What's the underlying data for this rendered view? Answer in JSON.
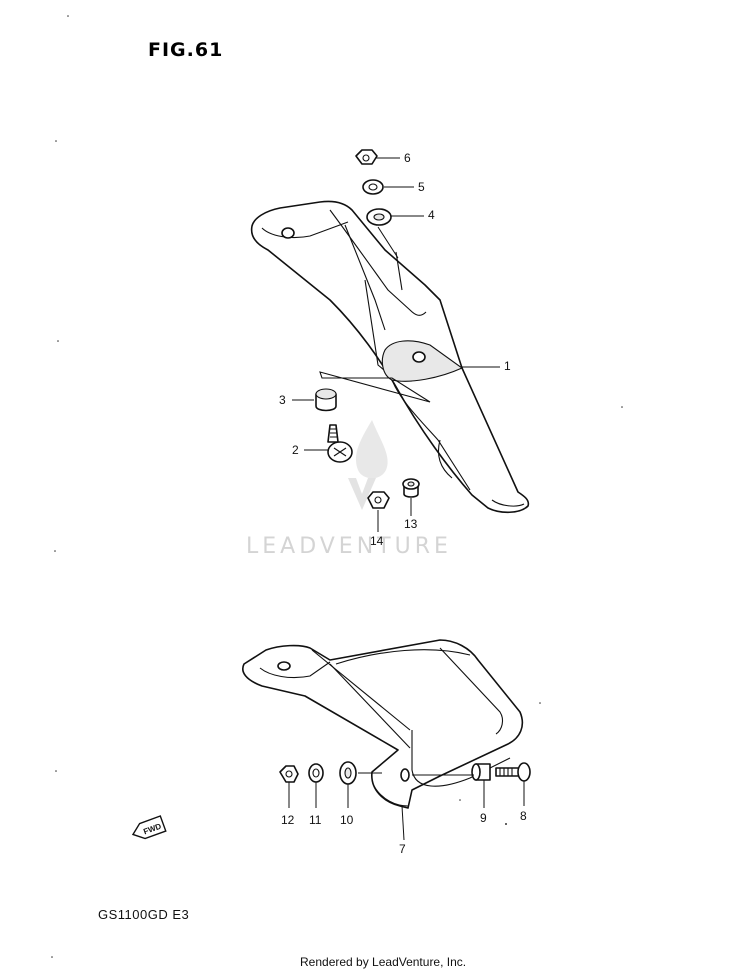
{
  "figure": {
    "title": "FIG.61",
    "model_code": "GS1100GD E3",
    "watermark": "LEADVENTURE",
    "footer": "Rendered by LeadVenture, Inc.",
    "fwd_label": "FWD"
  },
  "callouts": {
    "c1": "1",
    "c2": "2",
    "c3": "3",
    "c4": "4",
    "c5": "5",
    "c6": "6",
    "c7": "7",
    "c8": "8",
    "c9": "9",
    "c10": "10",
    "c11": "11",
    "c12": "12",
    "c13": "13",
    "c14": "14"
  }
}
